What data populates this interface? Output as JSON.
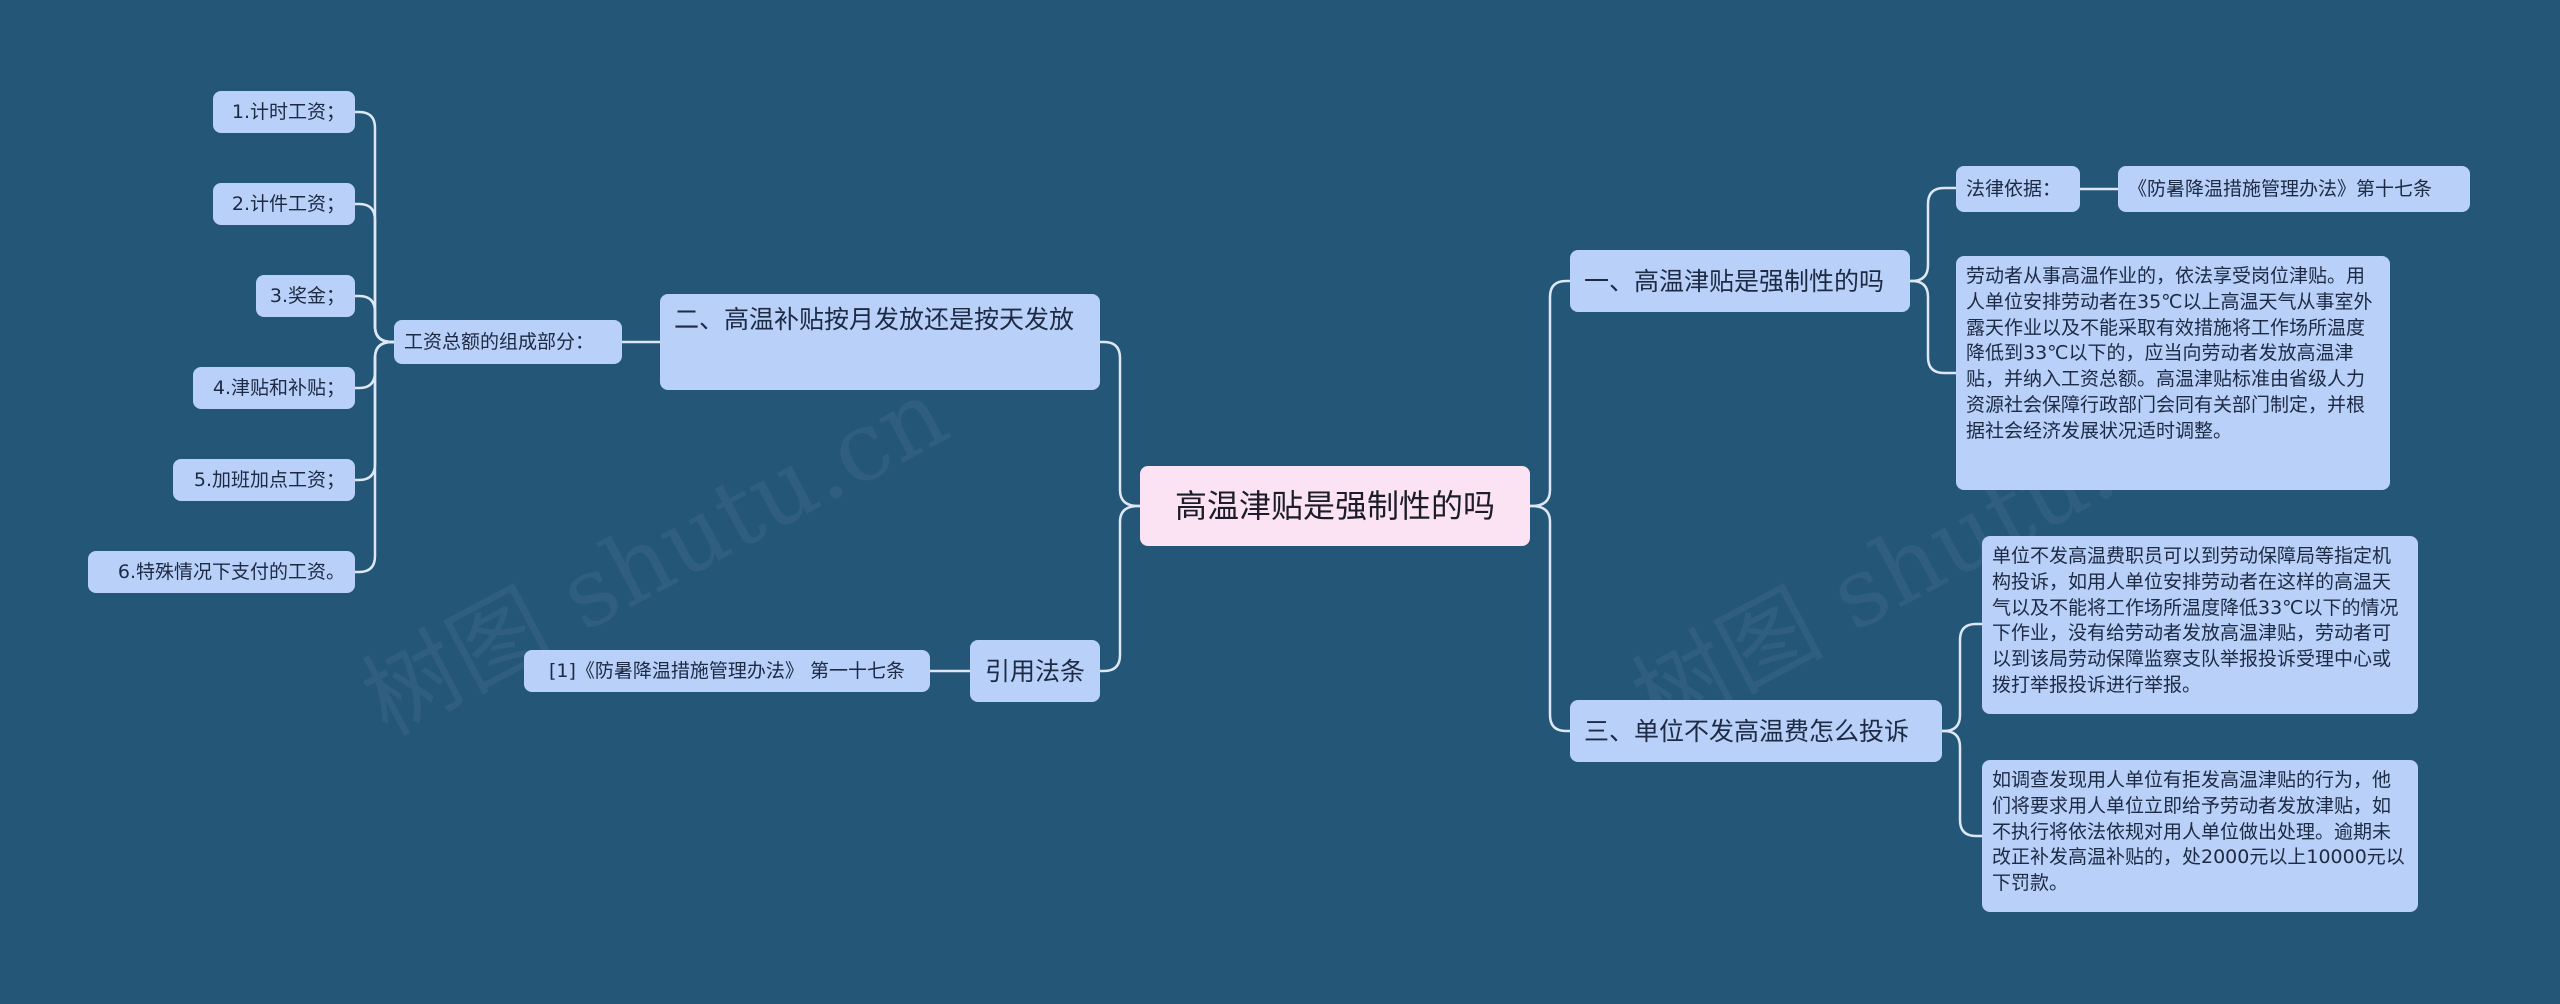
{
  "root": "高温津贴是强制性的吗",
  "left": {
    "branch_salary": {
      "title": "二、高温补贴按月发放还是按天发放",
      "sub": "工资总额的组成部分：",
      "items": [
        "1.计时工资；",
        "2.计件工资；",
        "3.奖金；",
        "4.津贴和补贴；",
        "5.加班加点工资；",
        "6.特殊情况下支付的工资。"
      ]
    },
    "branch_cite": {
      "title": "引用法条",
      "item": "[1]《防暑降温措施管理办法》 第一十七条"
    }
  },
  "right": {
    "branch_mandatory": {
      "title": "一、高温津贴是强制性的吗",
      "basis_label": "法律依据：",
      "basis_value": "《防暑降温措施管理办法》第十七条",
      "detail": "劳动者从事高温作业的，依法享受岗位津贴。用人单位安排劳动者在35℃以上高温天气从事室外露天作业以及不能采取有效措施将工作场所温度降低到33℃以下的，应当向劳动者发放高温津贴，并纳入工资总额。高温津贴标准由省级人力资源社会保障行政部门会同有关部门制定，并根据社会经济发展状况适时调整。"
    },
    "branch_complaint": {
      "title": "三、单位不发高温费怎么投诉",
      "detail1": "单位不发高温费职员可以到劳动保障局等指定机构投诉，如用人单位安排劳动者在这样的高温天气以及不能将工作场所温度降低33℃以下的情况下作业，没有给劳动者发放高温津贴，劳动者可以到该局劳动保障监察支队举报投诉受理中心或拨打举报投诉进行举报。",
      "detail2": "如调查发现用人单位有拒发高温津贴的行为，他们将要求用人单位立即给予劳动者发放津贴，如不执行将依法依规对用人单位做出处理。逾期未改正补发高温补贴的，处2000元以上10000元以下罚款。"
    }
  },
  "watermark": "树图 shutu.cn",
  "colors": {
    "background": "#245678",
    "node": "#b9d0f8",
    "root": "#fbe3f3",
    "connector": "#dde7f5"
  }
}
